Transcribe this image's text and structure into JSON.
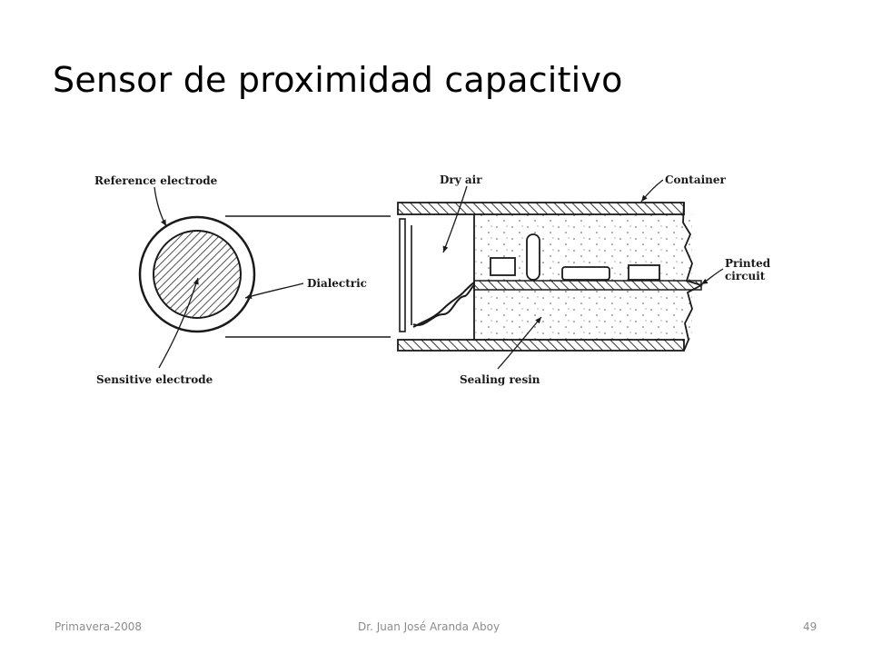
{
  "slide": {
    "title": "Sensor de proximidad capacitivo"
  },
  "diagram": {
    "labels": {
      "reference_electrode": "Reference electrode",
      "dielectric": "Dialectric",
      "sensitive_electrode": "Sensitive electrode",
      "dry_air": "Dry air",
      "container": "Container",
      "printed_circuit_line1": "Printed",
      "printed_circuit_line2": "circuit",
      "sealing_resin": "Sealing resin"
    }
  },
  "footer": {
    "left": "Primavera-2008",
    "center": "Dr. Juan José Aranda Aboy",
    "page_number": "49"
  }
}
